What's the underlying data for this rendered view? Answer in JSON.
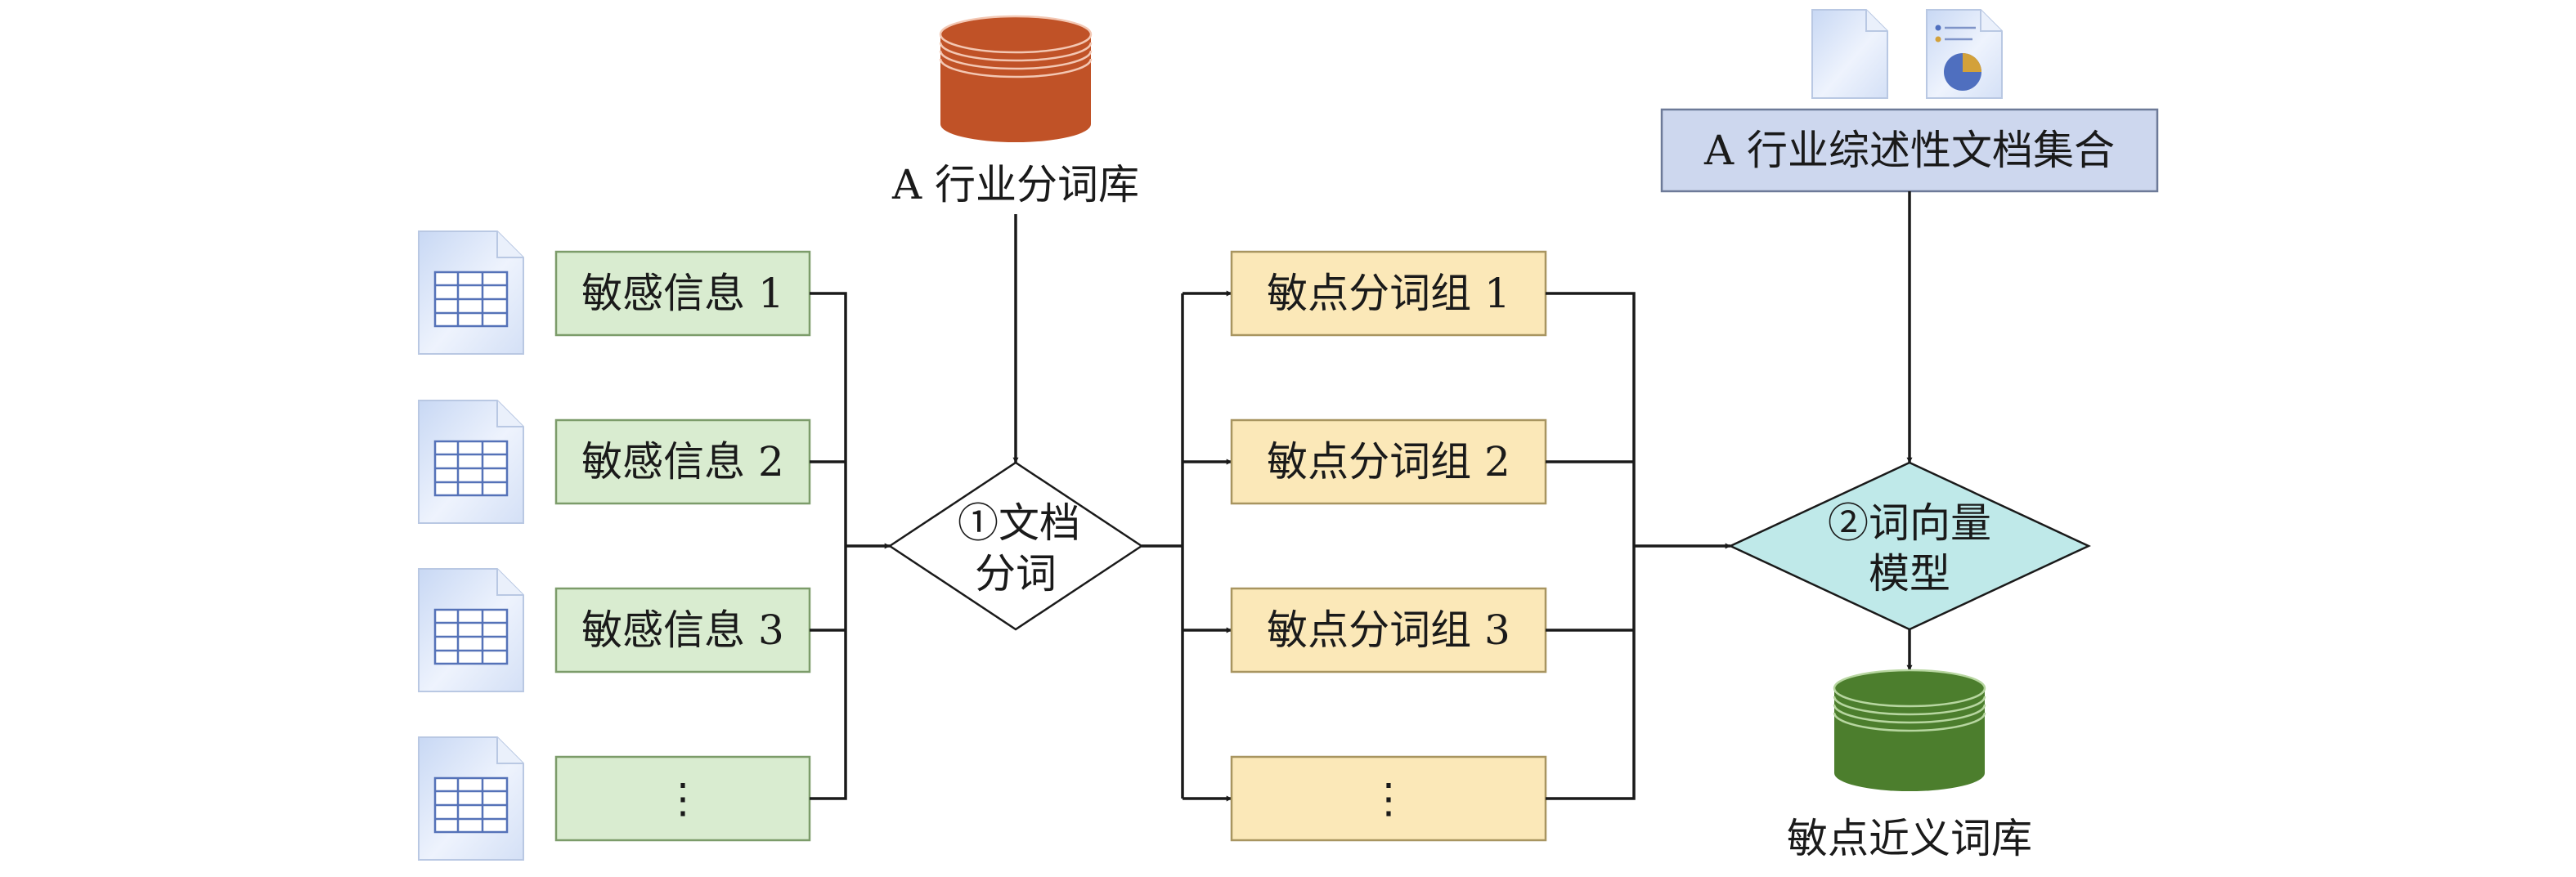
{
  "colors": {
    "sensitive_box": "#d9ecd0",
    "sensitive_border": "#7c9c6a",
    "group_box": "#fbe8b8",
    "group_border": "#a89560",
    "doc_box": "#cdd7ee",
    "doc_border": "#6d7a98",
    "diamond_model": "#bfe9e9",
    "db_industry": "#c05227",
    "db_synonym": "#4c7e2d",
    "file_icon": "#dde8fa",
    "line": "#1a1a1a"
  },
  "inputs": {
    "sensitive_info": [
      "敏感信息 1",
      "敏感信息 2",
      "敏感信息 3",
      "⋮"
    ],
    "icon": "spreadsheet-file-icon"
  },
  "industry_lexicon": {
    "label": "A 行业分词库",
    "icon": "database-icon"
  },
  "segmentation_step": {
    "line1": "①文档",
    "line2": "分词"
  },
  "segment_groups": [
    "敏点分词组 1",
    "敏点分词组 2",
    "敏点分词组 3",
    "⋮"
  ],
  "review_docs": {
    "label": "A 行业综述性文档集合",
    "icons": [
      "document-icon",
      "report-chart-icon"
    ]
  },
  "word_vector_model": {
    "line1": "②词向量",
    "line2": "模型"
  },
  "synonym_lexicon": {
    "label": "敏点近义词库",
    "icon": "database-icon"
  }
}
